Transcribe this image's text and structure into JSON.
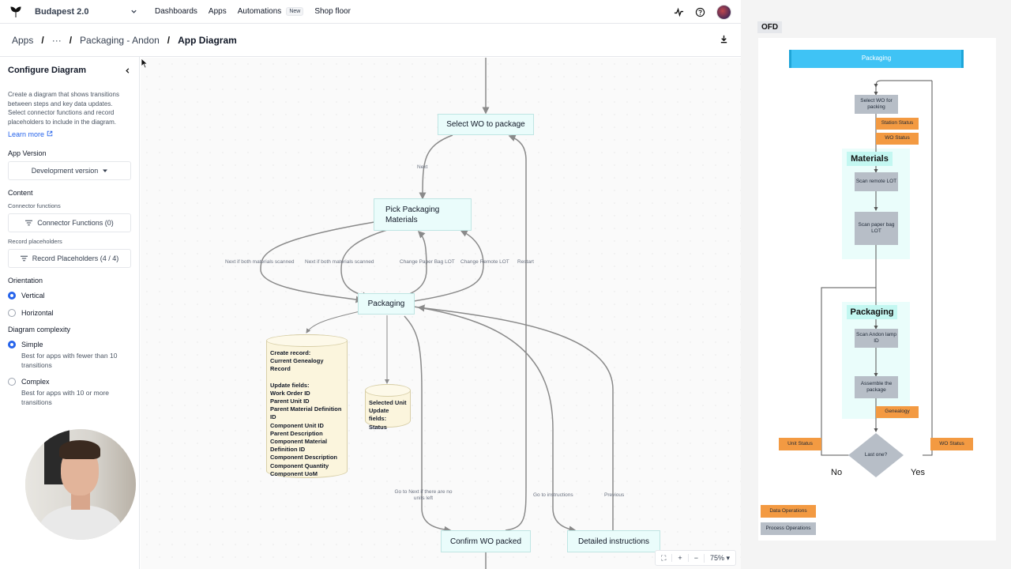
{
  "topnav": {
    "workspace": "Budapest 2.0",
    "links": [
      "Dashboards",
      "Apps",
      "Automations",
      "Shop floor"
    ],
    "new_badge": "New"
  },
  "breadcrumb": {
    "root": "Apps",
    "ellipsis": "···",
    "parent": "Packaging - Andon",
    "current": "App Diagram"
  },
  "panel": {
    "title": "Configure Diagram",
    "description": "Create a diagram that shows transitions between steps and key data updates. Select connector functions and record placeholders to include in the diagram.",
    "learn_more": "Learn more",
    "app_version_label": "App Version",
    "app_version_value": "Development version",
    "content_label": "Content",
    "connector_label": "Connector functions",
    "connector_value": "Connector Functions (0)",
    "record_label": "Record placeholders",
    "record_value": "Record Placeholders (4 / 4)",
    "orientation_label": "Orientation",
    "orientation_vertical": "Vertical",
    "orientation_horizontal": "Horizontal",
    "complexity_label": "Diagram complexity",
    "simple_label": "Simple",
    "simple_hint": "Best for apps with fewer than 10 transitions",
    "complex_label": "Complex",
    "complex_hint": "Best for apps with 10 or more transitions"
  },
  "diagram": {
    "select_wo": "Select WO to package",
    "pick_materials": "Pick Packaging Materials",
    "packaging": "Packaging",
    "confirm_wo": "Confirm WO packed",
    "detailed": "Detailed instructions",
    "label_next": "Next",
    "label_next_scanned_1": "Next if both materials scanned",
    "label_next_scanned_2": "Next if both materials scanned",
    "label_change_paper": "Change Paper Bag LOT",
    "label_change_remote": "Change Remote LOT",
    "label_restart": "Restart",
    "label_goto_next": "Go to Next if there are no units left",
    "label_goto_instructions": "Go to instructions",
    "label_previous": "Previous",
    "record1_title": "Create record:",
    "record1_name": "Current Genealogy Record",
    "record1_update": "Update fields:",
    "record1_fields": [
      "Work Order ID",
      "Parent Unit ID",
      "Parent Material Definition ID",
      "Component Unit ID",
      "Parent Description",
      "Component Material Definition ID",
      "Component Description",
      "Component Quantity",
      "Component UoM"
    ],
    "record2_title": "Selected Unit",
    "record2_update": "Update fields:",
    "record2_fields": [
      "Status"
    ]
  },
  "zoom": {
    "level": "75%"
  },
  "ofd": {
    "tag": "OFD",
    "header": "Packaging",
    "select_wo": "Select WO for packing",
    "station_status": "Station Status",
    "wo_status": "WO Status",
    "materials": "Materials",
    "scan_remote": "Scan remote LOT",
    "scan_paper": "Scan paper bag LOT",
    "packaging": "Packaging",
    "scan_andon": "Scan Andon lamp ID",
    "assemble": "Assemble the package",
    "genealogy": "Genealogy",
    "unit_status": "Unit Status",
    "wo_status_2": "WO Status",
    "last_one": "Last one?",
    "no": "No",
    "yes": "Yes",
    "legend_data": "Data Operations",
    "legend_process": "Process Operations"
  },
  "colors": {
    "accent": "#2563eb",
    "node_fill": "#eafcfb",
    "record_fill": "#fbf5dd",
    "ofd_header": "#3fc3f5",
    "ofd_grey": "#b7bec7",
    "ofd_orange": "#f39a42",
    "ofd_heading": "#c3f7f1"
  }
}
